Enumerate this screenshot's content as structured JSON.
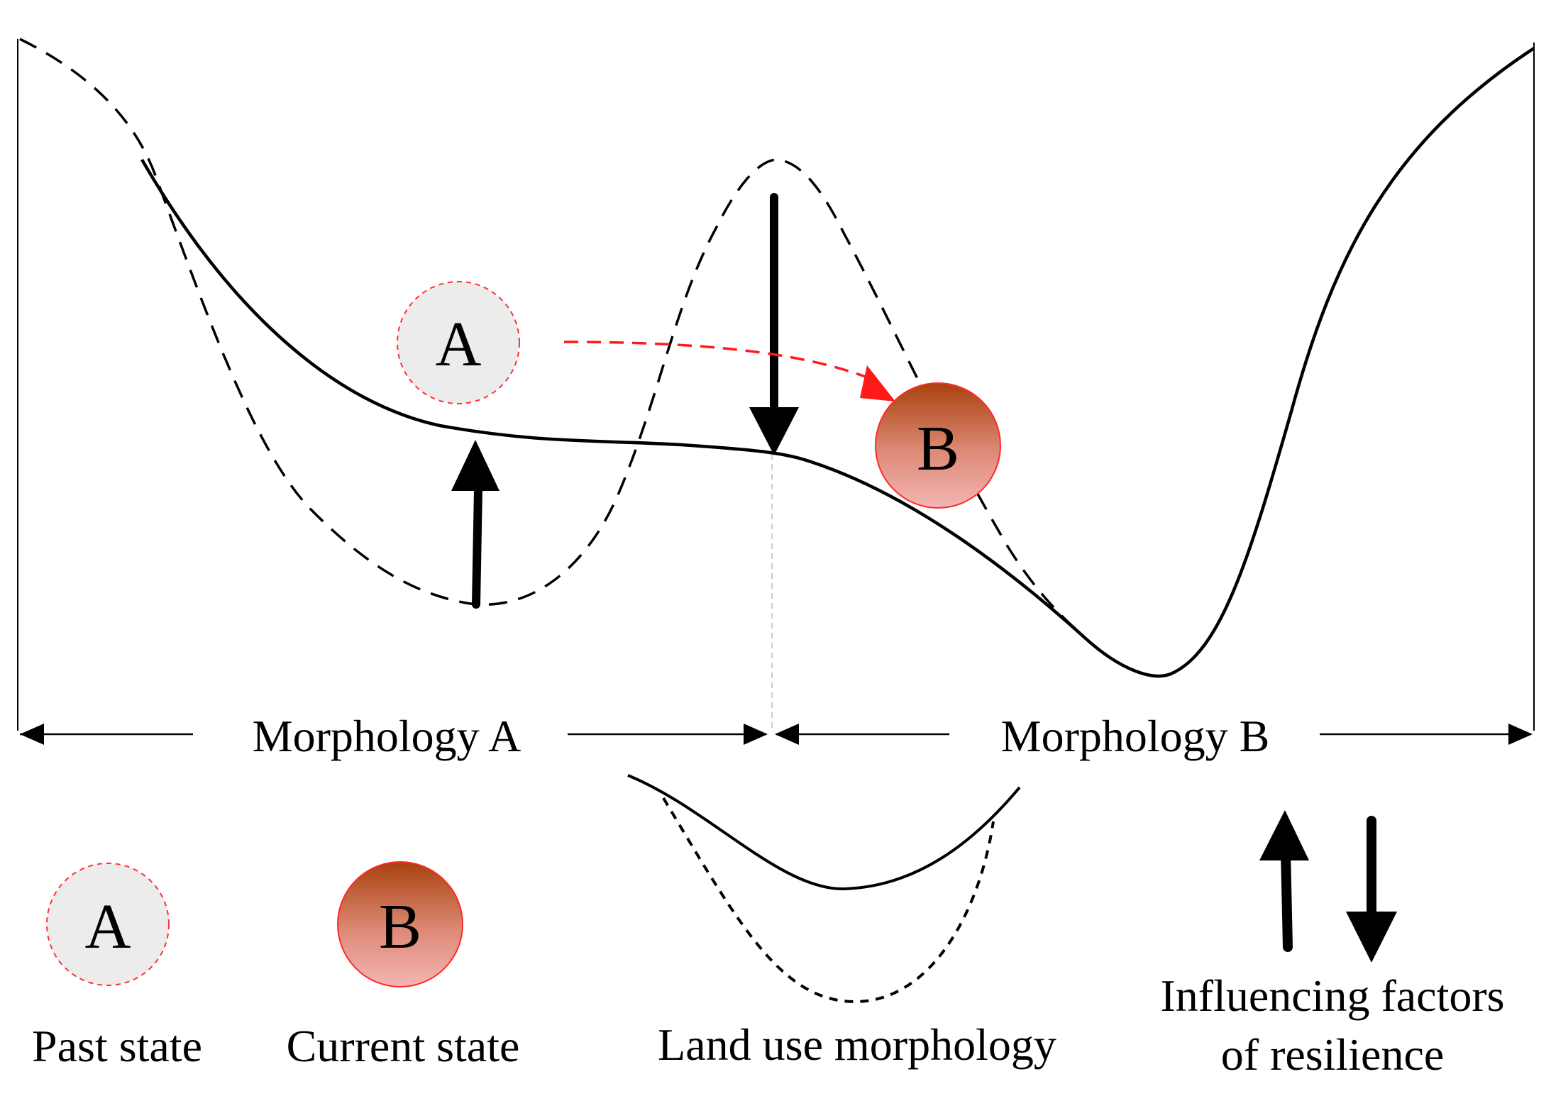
{
  "axis": {
    "left_label": "Morphology A",
    "right_label": "Morphology B"
  },
  "balls": {
    "diagram_past": "A",
    "diagram_current": "B"
  },
  "legend": {
    "past_ball": "A",
    "past_label": "Past state",
    "current_ball": "B",
    "current_label": "Current state",
    "landuse_label": "Land use morphology",
    "factors_label_line1": "Influencing factors",
    "factors_label_line2": "of resilience"
  },
  "colors": {
    "past_fill": "#ececec",
    "past_border": "#ff3030",
    "current_top": "#a8420e",
    "current_bottom": "#f3b5b5",
    "current_border": "#ff2a2a",
    "transition_arrow": "#ff1a1a",
    "curve": "#000000"
  }
}
